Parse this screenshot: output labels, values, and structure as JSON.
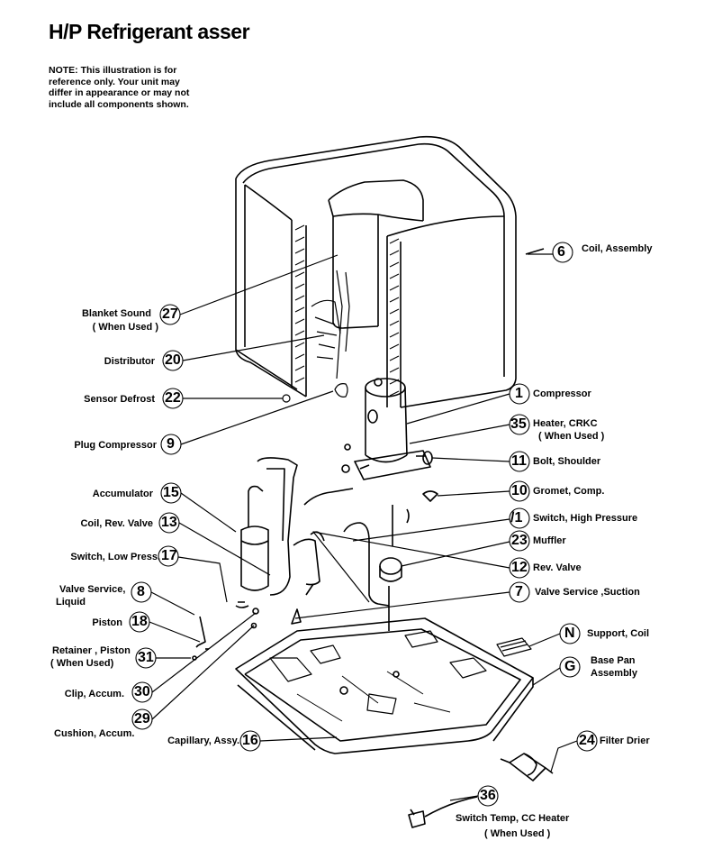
{
  "title": "H/P Refrigerant asser",
  "note": [
    "NOTE: This illustration is for",
    "reference only. Your unit may",
    "differ in appearance or may not",
    "include all components shown."
  ],
  "parts": [
    {
      "num": "6",
      "name": "Coil, Assembly",
      "sub": ""
    },
    {
      "num": "27",
      "name": "Blanket Sound",
      "sub": "( When Used )"
    },
    {
      "num": "20",
      "name": "Distributor",
      "sub": ""
    },
    {
      "num": "22",
      "name": "Sensor Defrost",
      "sub": ""
    },
    {
      "num": "1",
      "name": "Compressor",
      "sub": ""
    },
    {
      "num": "35",
      "name": "Heater, CRKC",
      "sub": "( When Used )"
    },
    {
      "num": "9",
      "name": "Plug Compressor",
      "sub": ""
    },
    {
      "num": "11",
      "name": "Bolt, Shoulder",
      "sub": ""
    },
    {
      "num": "15",
      "name": "Accumulator",
      "sub": ""
    },
    {
      "num": "10",
      "name": "Gromet, Comp.",
      "sub": ""
    },
    {
      "num": "13",
      "name": "Coil, Rev. Valve",
      "sub": ""
    },
    {
      "num": "/1",
      "name": "Switch, High Pressure",
      "sub": ""
    },
    {
      "num": "23",
      "name": "Muffler",
      "sub": ""
    },
    {
      "num": "17",
      "name": "Switch, Low Press.",
      "sub": ""
    },
    {
      "num": "12",
      "name": "Rev. Valve",
      "sub": ""
    },
    {
      "num": "8",
      "name": "Valve Service,",
      "sub": "Liquid"
    },
    {
      "num": "7",
      "name": "Valve Service ,Suction",
      "sub": ""
    },
    {
      "num": "18",
      "name": "Piston",
      "sub": ""
    },
    {
      "num": "N",
      "name": "Support, Coil",
      "sub": ""
    },
    {
      "num": "31",
      "name": "Retainer , Piston",
      "sub": "( When Used)"
    },
    {
      "num": "G",
      "name": "Base Pan",
      "sub": "Assembly"
    },
    {
      "num": "30",
      "name": "Clip, Accum.",
      "sub": ""
    },
    {
      "num": "29",
      "name": "Cushion, Accum.",
      "sub": ""
    },
    {
      "num": "16",
      "name": "Capillary, Assy.",
      "sub": ""
    },
    {
      "num": "24",
      "name": "Filter Drier",
      "sub": ""
    },
    {
      "num": "36",
      "name": "Switch Temp, CC Heater",
      "sub": "( When Used )"
    }
  ]
}
